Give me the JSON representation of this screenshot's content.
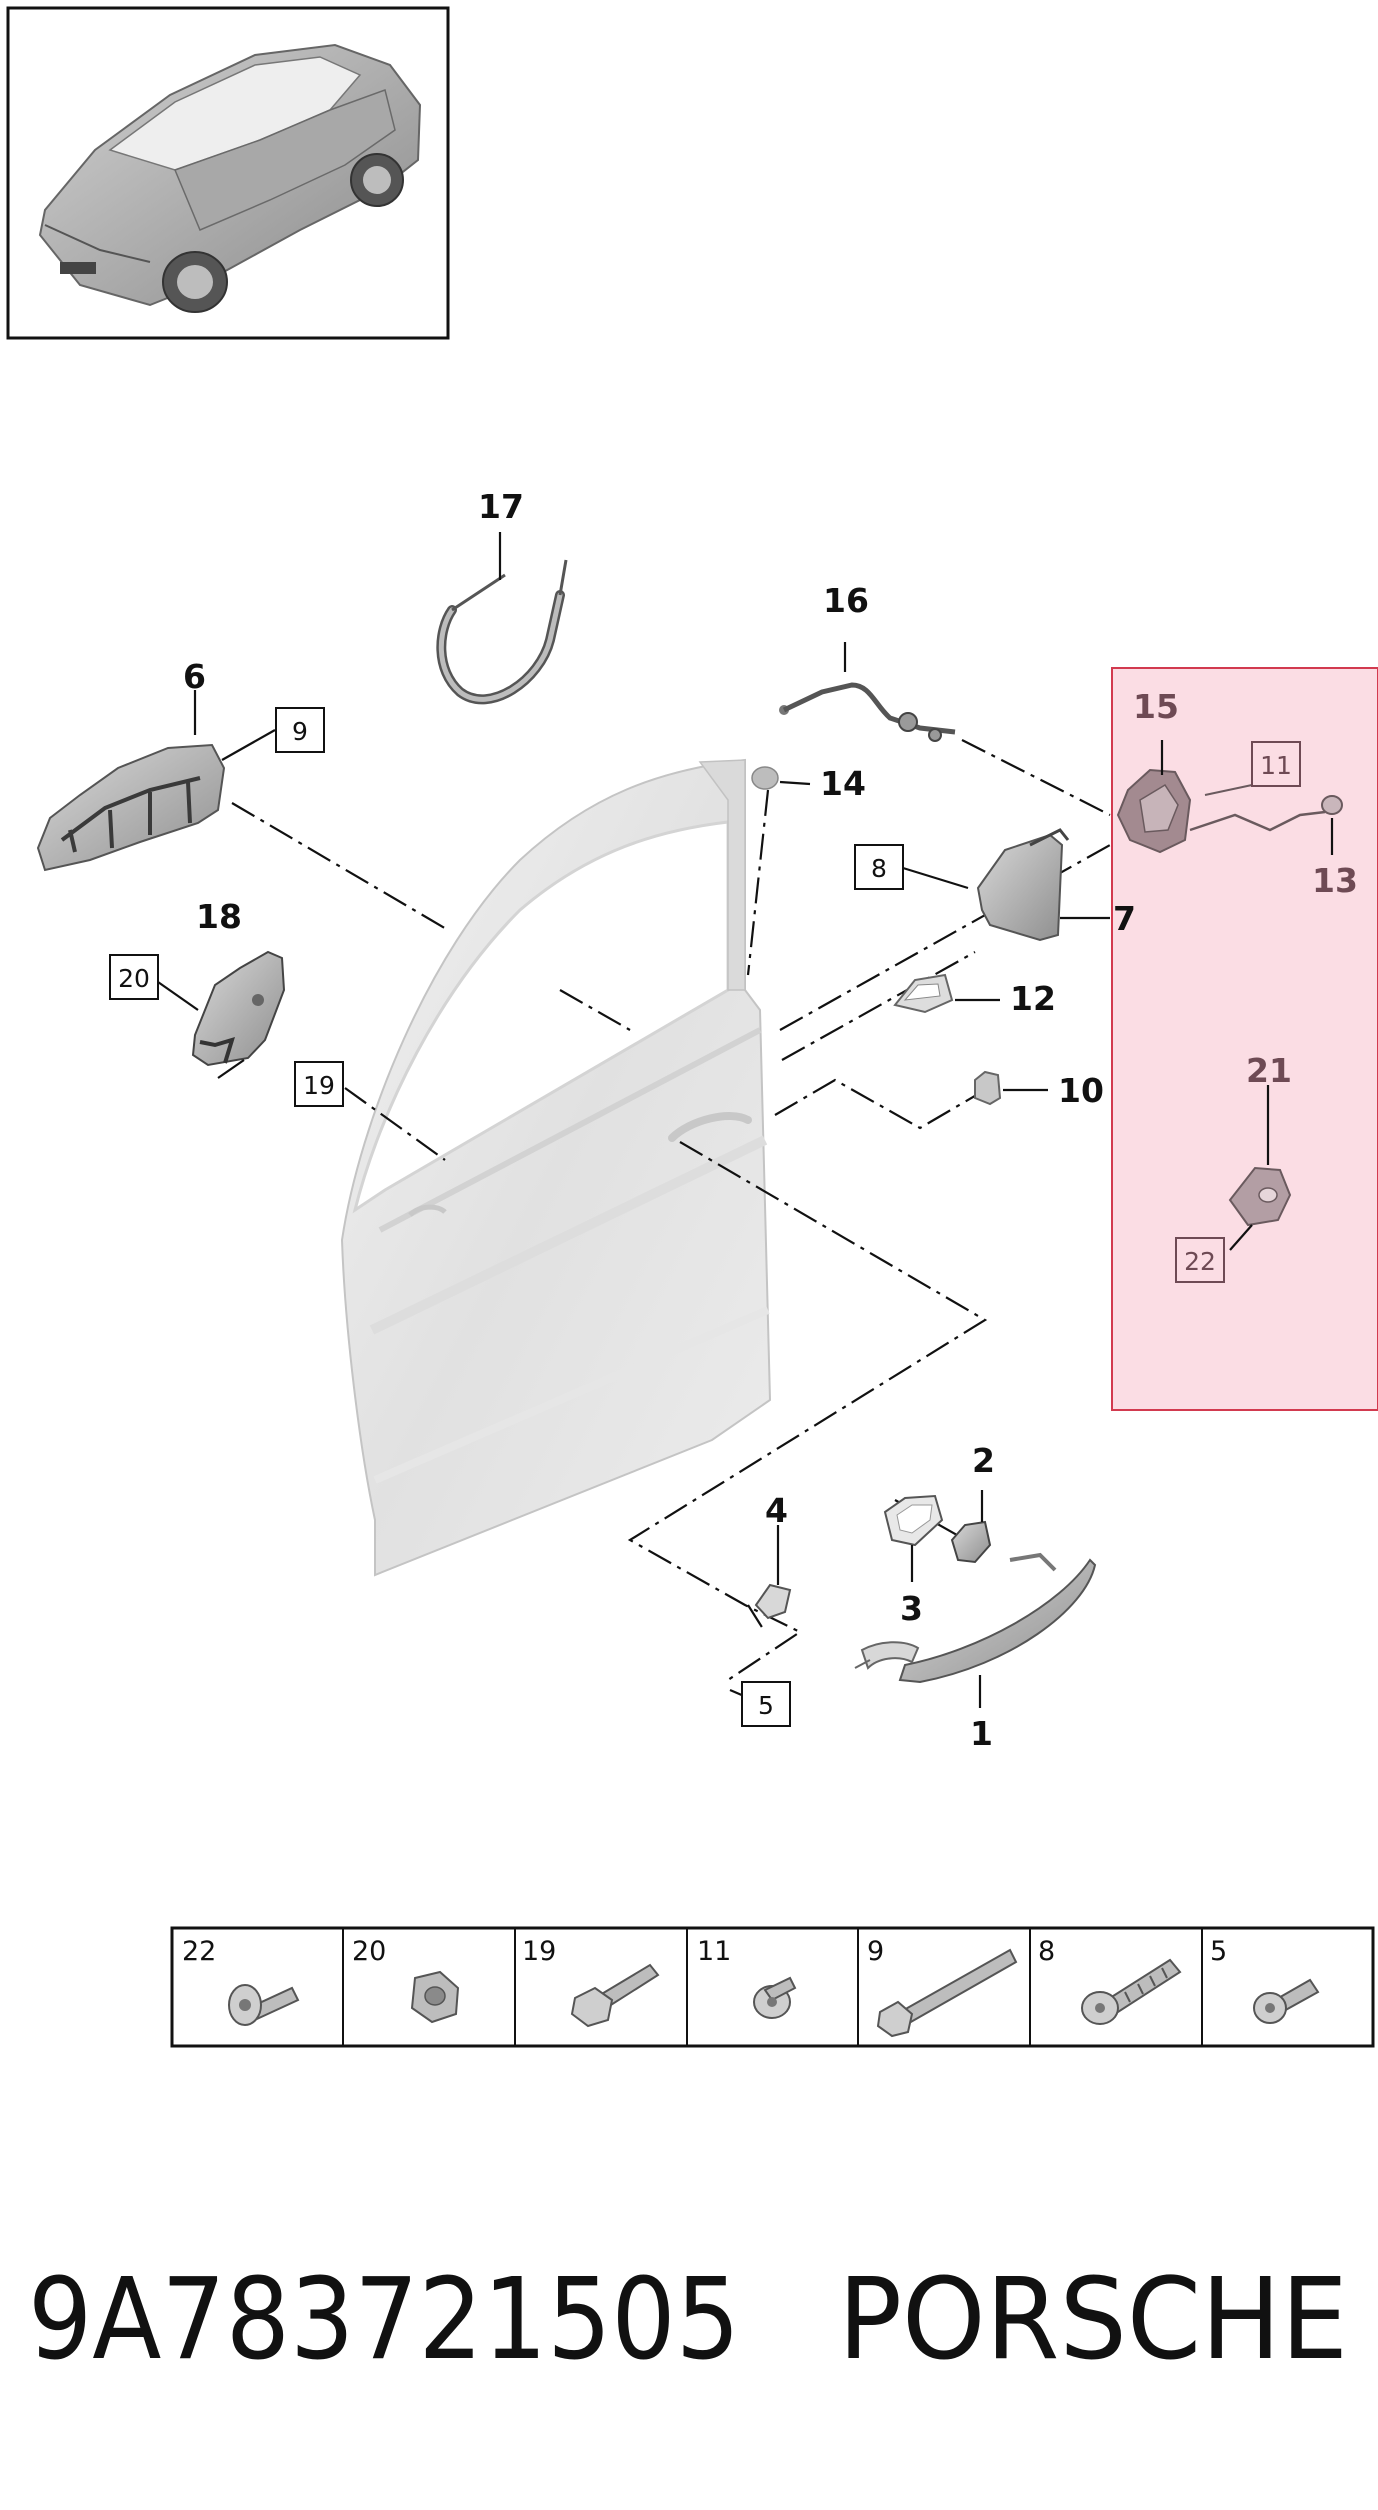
{
  "callouts": {
    "c1": "1",
    "c2": "2",
    "c3": "3",
    "c4": "4",
    "c6": "6",
    "c7": "7",
    "c10": "10",
    "c12": "12",
    "c13": "13",
    "c14": "14",
    "c15": "15",
    "c16": "16",
    "c17": "17",
    "c18": "18",
    "c21": "21"
  },
  "boxed_callouts": {
    "b5": "5",
    "b8": "8",
    "b9": "9",
    "b11": "11",
    "b19": "19",
    "b20": "20",
    "b22": "22"
  },
  "fasteners": [
    {
      "number": "22",
      "icon": "bolt-icon"
    },
    {
      "number": "20",
      "icon": "hex-nut-icon"
    },
    {
      "number": "19",
      "icon": "stud-bolt-icon"
    },
    {
      "number": "11",
      "icon": "flange-screw-icon"
    },
    {
      "number": "9",
      "icon": "long-bolt-icon"
    },
    {
      "number": "8",
      "icon": "tapping-screw-icon"
    },
    {
      "number": "5",
      "icon": "short-screw-icon"
    }
  ],
  "footer": {
    "part_number": "9A783721505",
    "brand": "PORSCHE"
  },
  "colors": {
    "highlight_fill": "#fbdde4",
    "highlight_border": "#d23a4f",
    "highlight_text": "#6e4a54",
    "line": "#111111",
    "part_gray": "#c8c8c8"
  }
}
